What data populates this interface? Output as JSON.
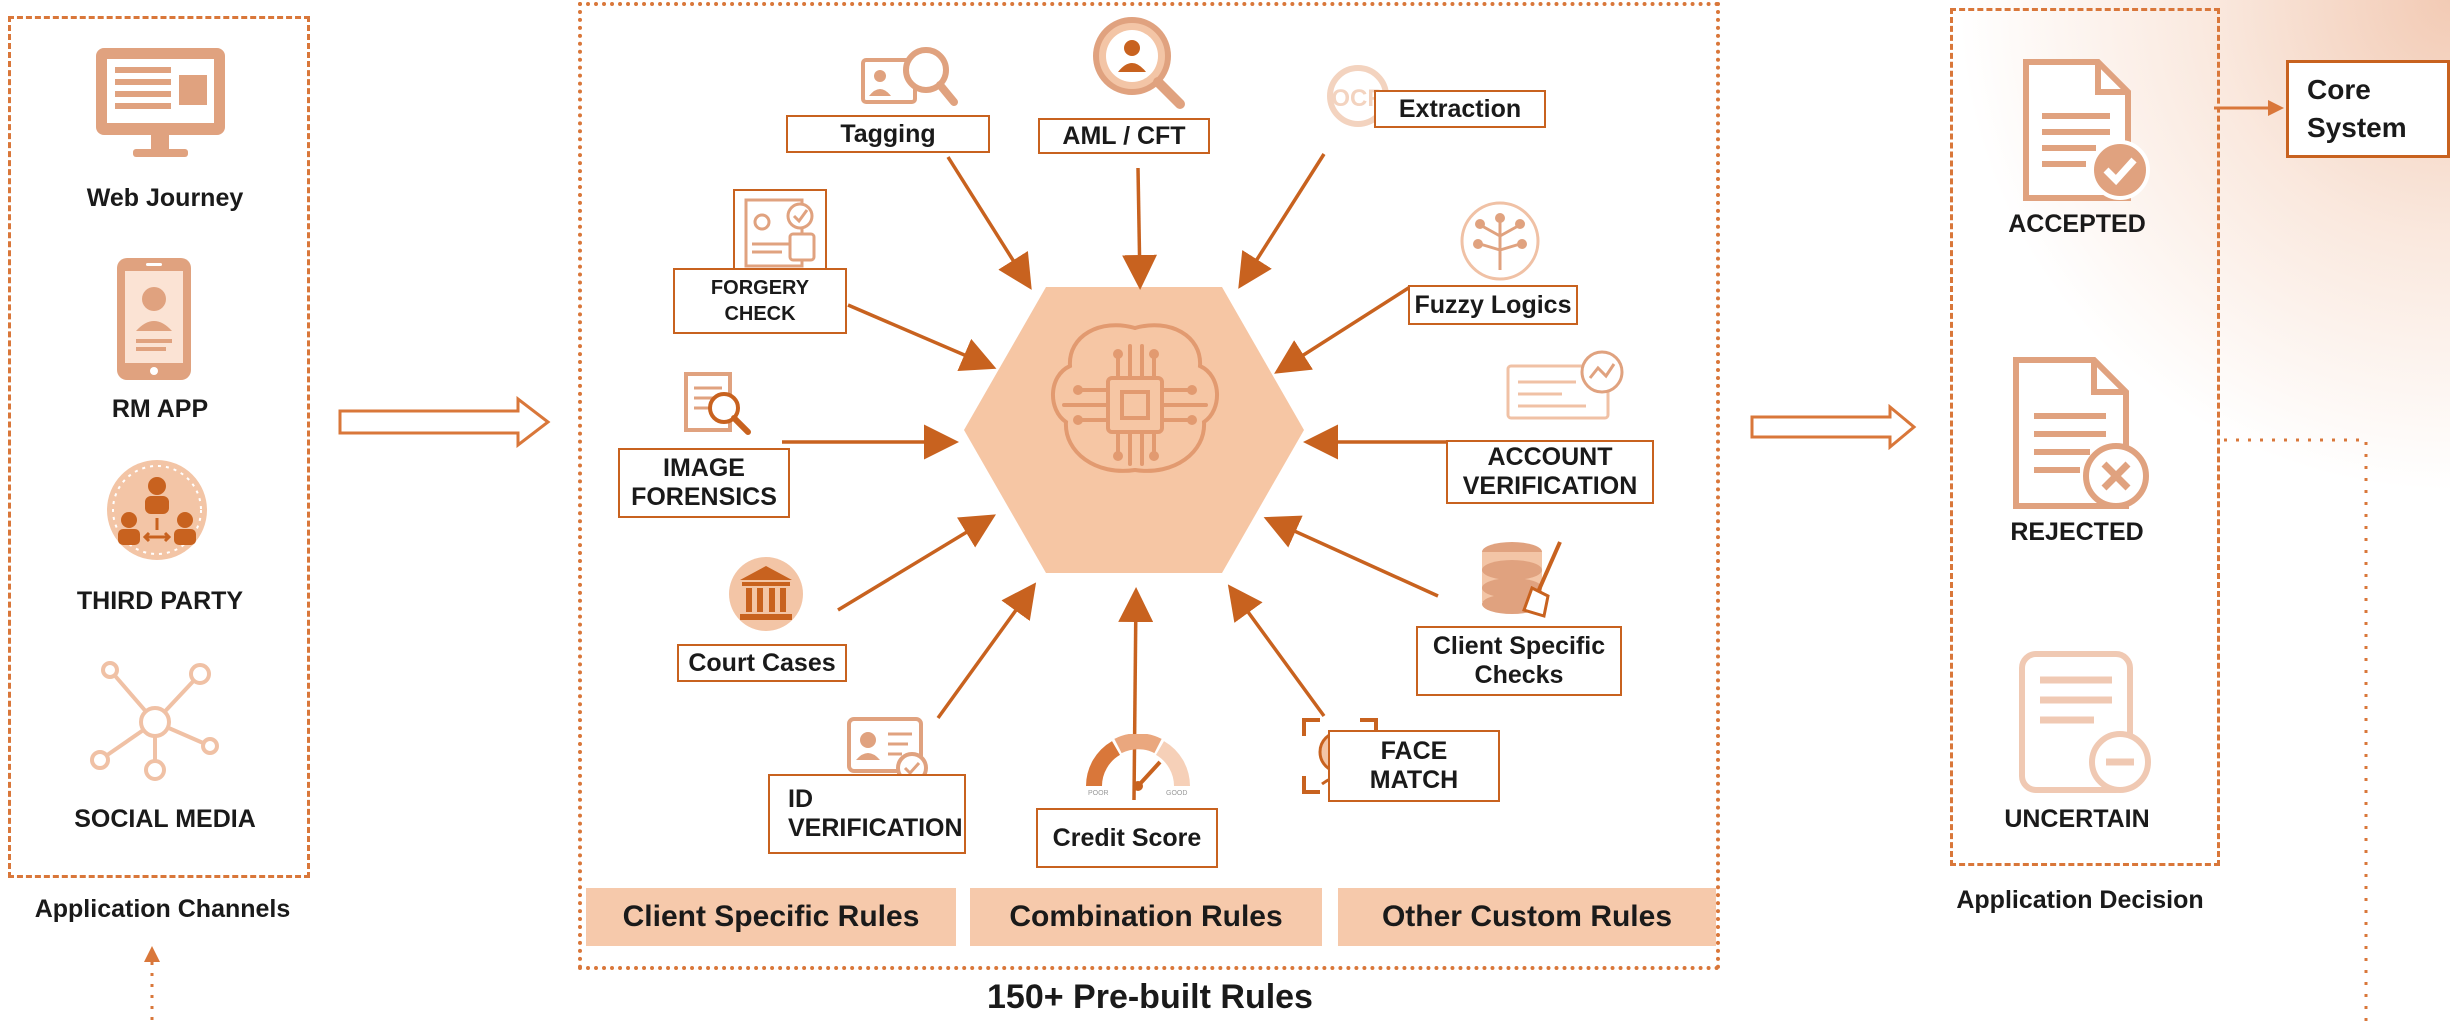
{
  "channels": {
    "items": [
      "Web Journey",
      "RM APP",
      "THIRD PARTY",
      "SOCIAL MEDIA"
    ],
    "caption": "Application Channels"
  },
  "rules": {
    "tagging": "Tagging",
    "aml": "AML / CFT",
    "extraction": "Extraction",
    "forgery": "FORGERY\nCHECK",
    "fuzzy": "Fuzzy Logics",
    "image_forensics": "IMAGE\nFORENSICS",
    "account_verification": "ACCOUNT\nVERIFICATION",
    "court_cases": "Court Cases",
    "client_checks": "Client Specific\nChecks",
    "id_verification": "ID\nVERIFICATION",
    "credit_score": "Credit Score",
    "face_match": "FACE\nMATCH",
    "gauge_poor": "POOR",
    "gauge_good": "GOOD"
  },
  "rule_groups": [
    "Client Specific Rules",
    "Combination Rules",
    "Other Custom Rules"
  ],
  "prebuilt_caption": "150+ Pre-built Rules",
  "decisions": {
    "items": [
      "ACCEPTED",
      "REJECTED",
      "UNCERTAIN"
    ],
    "caption": "Application Decision",
    "core_system": "Core\nSystem"
  },
  "colors": {
    "accent": "#d9773a",
    "arrow": "#c8621f",
    "icon": "#e0a27f",
    "hexagon": "#f6c6a4",
    "tab": "#f6c9ab"
  }
}
